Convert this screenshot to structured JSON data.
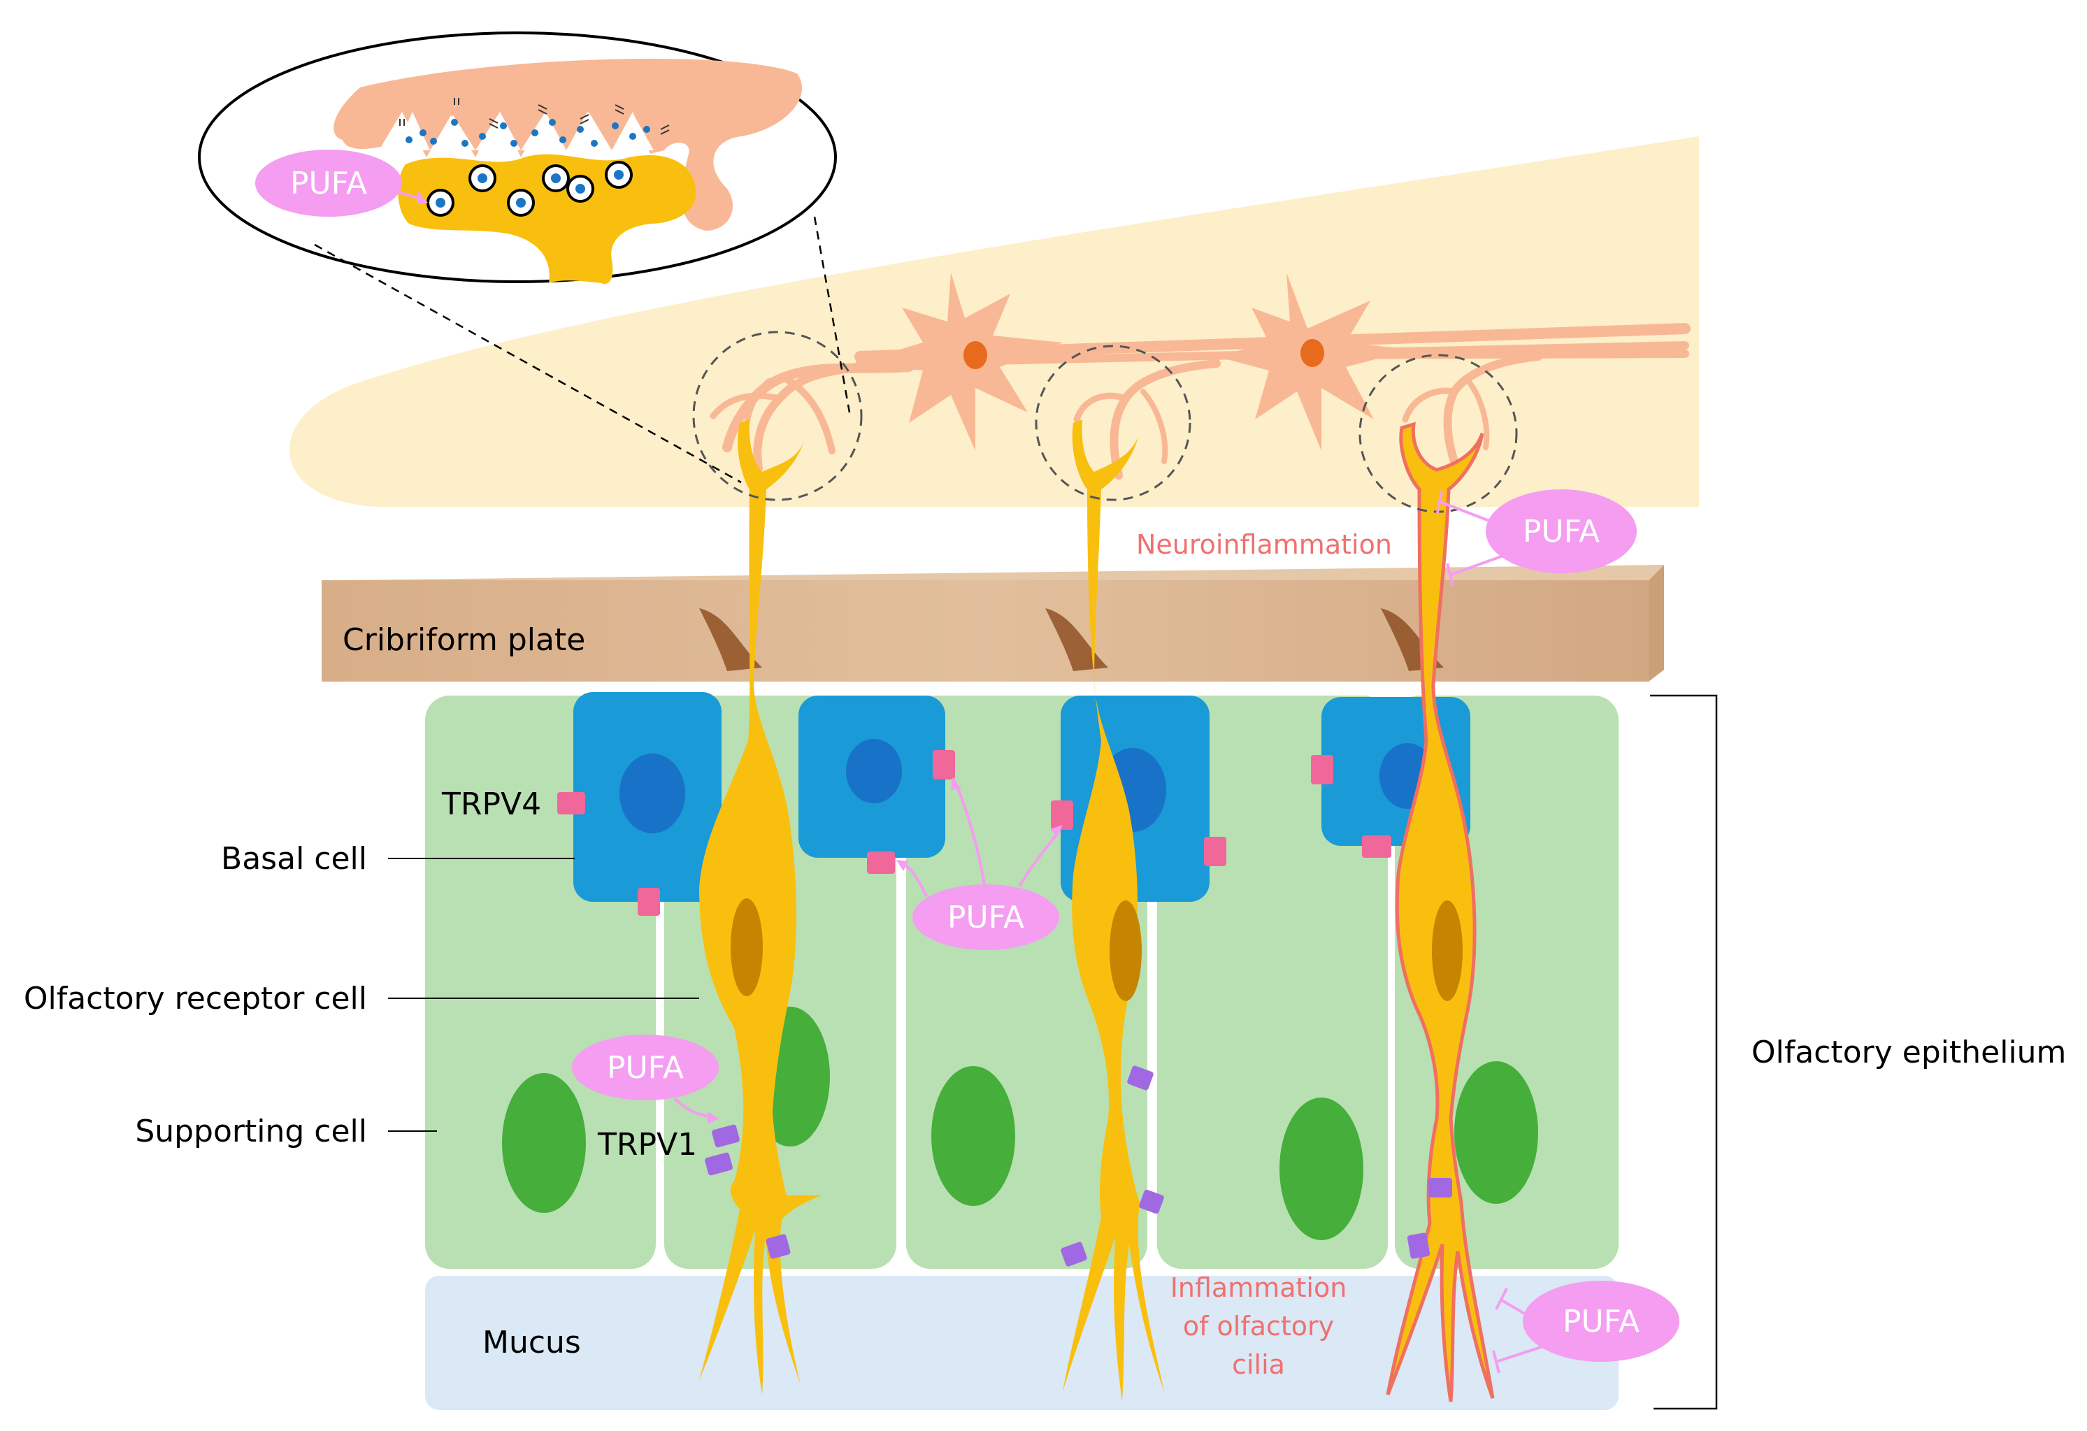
{
  "labels": {
    "cribriform_plate": "Cribriform plate",
    "basal_cell": "Basal cell",
    "olfactory_receptor_cell": "Olfactory receptor cell",
    "supporting_cell": "Supporting cell",
    "mucus": "Mucus",
    "olfactory_epithelium": "Olfactory epithelium",
    "trpv4": "TRPV4",
    "trpv1": "TRPV1",
    "neuroinflammation": "Neuroinflammation",
    "inflammation_cilia_line1": "Inflammation",
    "inflammation_cilia_line2": "of olfactory",
    "inflammation_cilia_line3": "cilia"
  },
  "pufa": {
    "inset": "PUFA",
    "neuroinflammation": "PUFA",
    "basal_cells": "PUFA",
    "trpv1": "PUFA",
    "cilia": "PUFA"
  },
  "colors": {
    "neuron_yellow": "#f9bf0e",
    "inflamed_outline": "#f07060",
    "basal_blue": "#1a9ad6",
    "basal_nucleus": "#1872c8",
    "supporting_green": "#b9e0b2",
    "supporting_nucleus": "#46ae3b",
    "mucus_blue": "#dbe8f5",
    "pufa_pink": "#f49df1",
    "trpv4_pink": "#f0679a",
    "trpv1_purple": "#a069e3",
    "bulb_cream": "#fdefc9",
    "mitral_salmon": "#f9b895",
    "cribriform_tan": "#dcb591",
    "inflammation_text": "#f07070"
  }
}
